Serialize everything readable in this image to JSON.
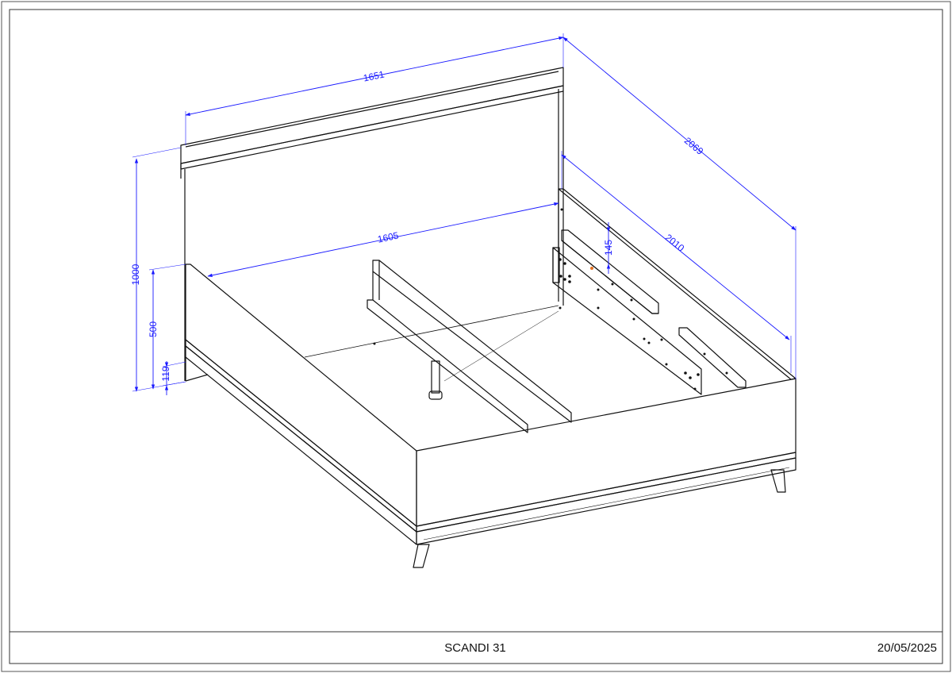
{
  "dimensions": {
    "headboard_width": "1651",
    "overall_length": "2069",
    "inner_width": "1605",
    "side_rail_length": "2010",
    "total_height": "1000",
    "frame_height": "500",
    "leg_height": "119",
    "slat_rail_height": "145"
  },
  "footer": {
    "model": "SCANDI 31",
    "date": "20/05/2025"
  },
  "colors": {
    "line": "#111111",
    "dimension": "#1a1aff",
    "marker": "#e07020"
  }
}
